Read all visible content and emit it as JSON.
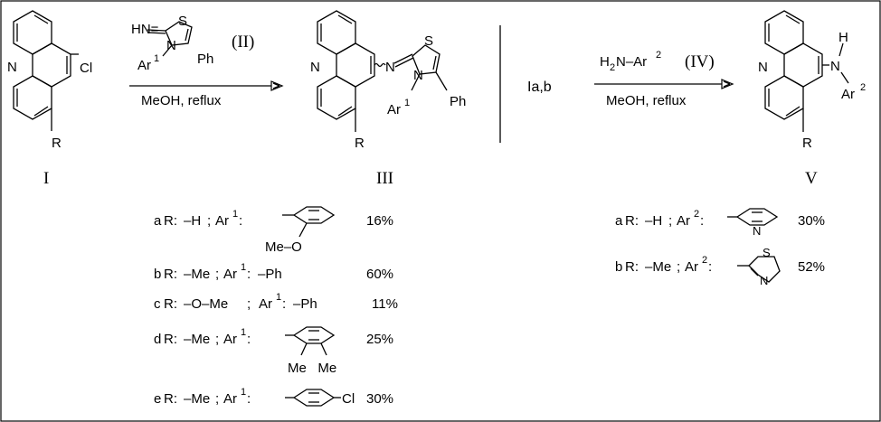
{
  "scheme_left": {
    "reactant_label": "I",
    "cl_label": "Cl",
    "n_label": "N",
    "r_label": "R",
    "reagent": {
      "hn": "HN=",
      "s": "S",
      "n": "N",
      "ar": "Ar",
      "ar_sup": "1",
      "ph": "Ph",
      "tag": "(II)"
    },
    "conditions": "MeOH, reflux",
    "product_label": "III",
    "product_n_ring": "N",
    "product_n_imine": "N",
    "product_s": "S",
    "product_n_thiaz": "N",
    "product_ar": "Ar",
    "product_ar_sup": "1",
    "product_ph": "Ph",
    "product_r": "R"
  },
  "scheme_right": {
    "start": "Ia,b",
    "reagent": "H2N–Ar",
    "reagent_h": "H",
    "reagent_sub": "2",
    "reagent_n": "N–Ar",
    "reagent_sup": "2",
    "tag": "(IV)",
    "conditions": "MeOH, reflux",
    "product_label": "V",
    "product_n_ring": "N",
    "product_nh_n": "N",
    "product_nh_h": "H",
    "product_ar": "Ar",
    "product_ar_sup": "2",
    "product_r": "R"
  },
  "table_left": [
    {
      "key": "a",
      "r": "–H",
      "ar1_text": "",
      "ar1_sub": "Me–O",
      "yield": "16%"
    },
    {
      "key": "b",
      "r": "–Me",
      "ar1_text": "–Ph",
      "ar1_sub": "",
      "yield": "60%"
    },
    {
      "key": "c",
      "r": "–O–Me",
      "ar1_text": "–Ph",
      "ar1_sub": "",
      "yield": "11%"
    },
    {
      "key": "d",
      "r": "–Me",
      "ar1_text": "",
      "ar1_sub": "Me   Me",
      "yield": "25%"
    },
    {
      "key": "e",
      "r": "–Me",
      "ar1_text": "",
      "ar1_sub": "Cl",
      "yield": "30%"
    }
  ],
  "table_right": [
    {
      "key": "a",
      "r": "–H",
      "ar2_text": "N",
      "yield": "30%"
    },
    {
      "key": "b",
      "r": "–Me",
      "ar2_s": "S",
      "ar2_n": "N",
      "yield": "52%"
    }
  ],
  "row_prefix_r": "R:",
  "row_sep": ";",
  "ar_word": "Ar",
  "ar_colon": ":"
}
